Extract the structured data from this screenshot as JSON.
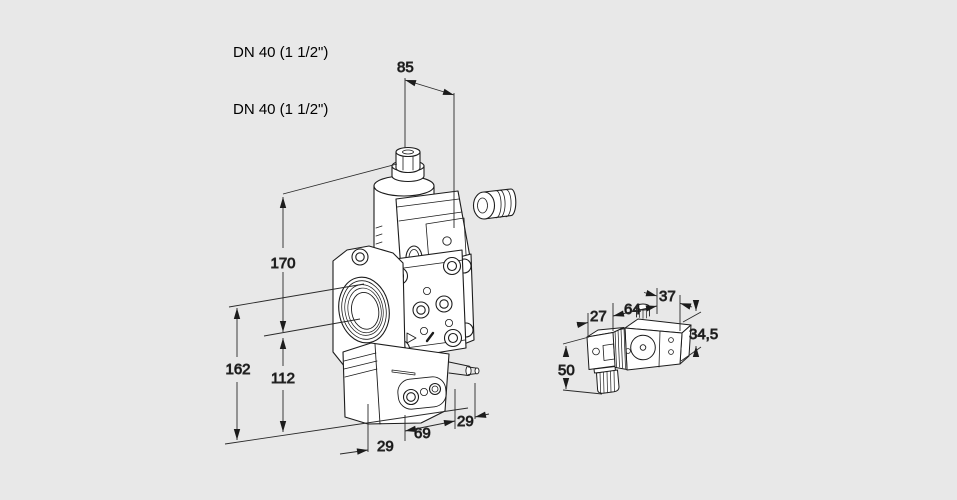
{
  "colors": {
    "background": "#e8e8e8",
    "line": "#1c1c1c",
    "dim_line": "#2a2a2a",
    "text": "#000000"
  },
  "header": {
    "line1": "DN 40 (1 1/2\")",
    "line2": "DN 40 (1 1/2\")"
  },
  "main_valve": {
    "dims": {
      "top_width": "85",
      "height_upper": "170",
      "height_overall": "162",
      "height_lower": "112",
      "bottom_offset": "29",
      "bottom_depth": "69",
      "side_offset": "29"
    }
  },
  "accessory": {
    "dims": {
      "connector_width": "27",
      "body_length": "64",
      "body_depth": "37",
      "body_height": "34,5",
      "connector_height": "50"
    }
  }
}
